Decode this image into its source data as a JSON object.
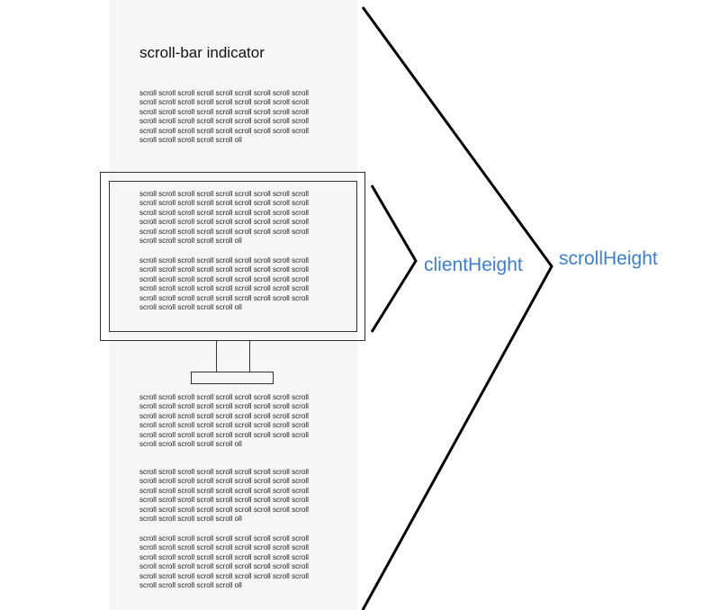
{
  "document": {
    "title": "scroll-bar indicator",
    "paragraphs": [
      "scroll scroll scroll scroll scroll scroll scroll scroll scroll\nscroll scroll scroll scroll scroll scroll scroll scroll scroll\nscroll scroll scroll scroll scroll scroll scroll scroll scroll\nscroll scroll scroll scroll scroll scroll scroll scroll scroll\nscroll scroll scroll scroll scroll scroll scroll scroll scroll\nscroll scroll scroll scroll scroll oll",
      "scroll scroll scroll scroll scroll scroll scroll scroll scroll\nscroll scroll scroll scroll scroll scroll scroll scroll scroll\nscroll scroll scroll scroll scroll scroll scroll scroll scroll\nscroll scroll scroll scroll scroll scroll scroll scroll scroll\nscroll scroll scroll scroll scroll scroll scroll scroll scroll\nscroll scroll scroll scroll scroll oll",
      "scroll scroll scroll scroll scroll scroll scroll scroll scroll\nscroll scroll scroll scroll scroll scroll scroll scroll scroll\nscroll scroll scroll scroll scroll scroll scroll scroll scroll\nscroll scroll scroll scroll scroll scroll scroll scroll scroll\nscroll scroll scroll scroll scroll scroll scroll scroll scroll\nscroll scroll scroll scroll scroll oll",
      "scroll scroll scroll scroll scroll scroll scroll scroll scroll\nscroll scroll scroll scroll scroll scroll scroll scroll scroll\nscroll scroll scroll scroll scroll scroll scroll scroll scroll\nscroll scroll scroll scroll scroll scroll scroll scroll scroll\nscroll scroll scroll scroll scroll scroll scroll scroll scroll\nscroll scroll scroll scroll scroll oll",
      "scroll scroll scroll scroll scroll scroll scroll scroll scroll\nscroll scroll scroll scroll scroll scroll scroll scroll scroll\nscroll scroll scroll scroll scroll scroll scroll scroll scroll\nscroll scroll scroll scroll scroll scroll scroll scroll scroll\nscroll scroll scroll scroll scroll scroll scroll scroll scroll\nscroll scroll scroll scroll scroll oll",
      "scroll scroll scroll scroll scroll scroll scroll scroll scroll\nscroll scroll scroll scroll scroll scroll scroll scroll scroll\nscroll scroll scroll scroll scroll scroll scroll scroll scroll\nscroll scroll scroll scroll scroll scroll scroll scroll scroll\nscroll scroll scroll scroll scroll scroll scroll scroll scroll\nscroll scroll scroll scroll scroll oll"
    ]
  },
  "labels": {
    "client_height": "clientHeight",
    "scroll_height": "scrollHeight"
  },
  "colors": {
    "label": "#3a7fd5",
    "lines": "#000000",
    "document_background": "#f6f6f6"
  }
}
